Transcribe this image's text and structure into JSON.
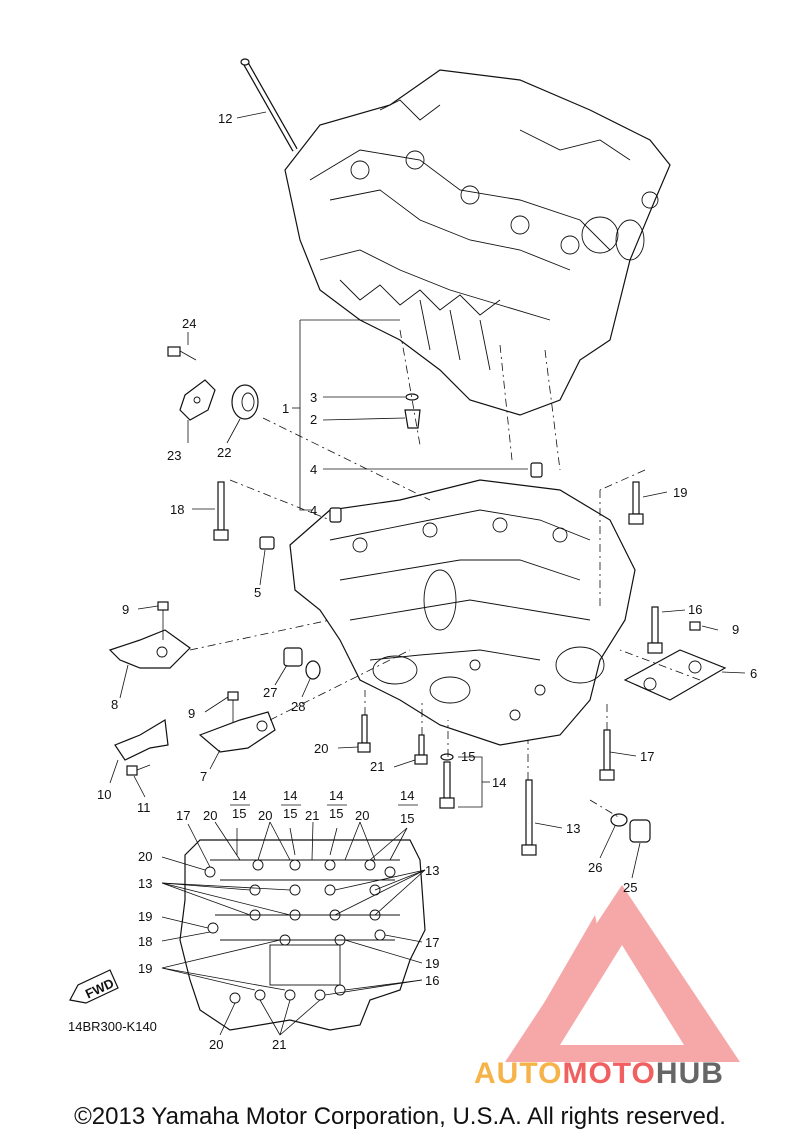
{
  "diagram": {
    "drawing_code": "14BR300-K140",
    "fwd_label": "FWD",
    "copyright": "©2013 Yamaha Motor Corporation, U.S.A. All rights reserved.",
    "callouts": {
      "c12": "12",
      "c24": "24",
      "c23": "23",
      "c22": "22",
      "c3": "3",
      "c2": "2",
      "c1": "1",
      "c4a": "4",
      "c4b": "4",
      "c18": "18",
      "c19": "19",
      "c5": "5",
      "c9a": "9",
      "c9b": "9",
      "c9c": "9",
      "c8": "8",
      "c16": "16",
      "c6": "6",
      "c27": "27",
      "c28": "28",
      "c7": "7",
      "c20": "20",
      "c21": "21",
      "c15": "15",
      "c14": "14",
      "c17": "17",
      "c10": "10",
      "c11": "11",
      "c13": "13",
      "c26": "26",
      "c25": "25"
    },
    "map_labels": {
      "t17": "17",
      "t20a": "20",
      "t20b": "20",
      "t21": "21",
      "t20c": "20",
      "t14a": "14",
      "t15a": "15",
      "t14b": "14",
      "t15b": "15",
      "t14c": "14",
      "t15c": "15",
      "t14d": "14",
      "t15d": "15",
      "l20": "20",
      "l13": "13",
      "l19": "19",
      "l18": "18",
      "l19b": "19",
      "r13": "13",
      "r17": "17",
      "r19": "19",
      "r16": "16",
      "b20": "20",
      "b21": "21"
    }
  },
  "watermark": {
    "part1": "AUTO",
    "part2": "MOTO",
    "part3": "HUB",
    "color1": "#f5b34a",
    "color2": "#f06060",
    "color3": "#666666",
    "logo_color": "#f26b6b"
  }
}
